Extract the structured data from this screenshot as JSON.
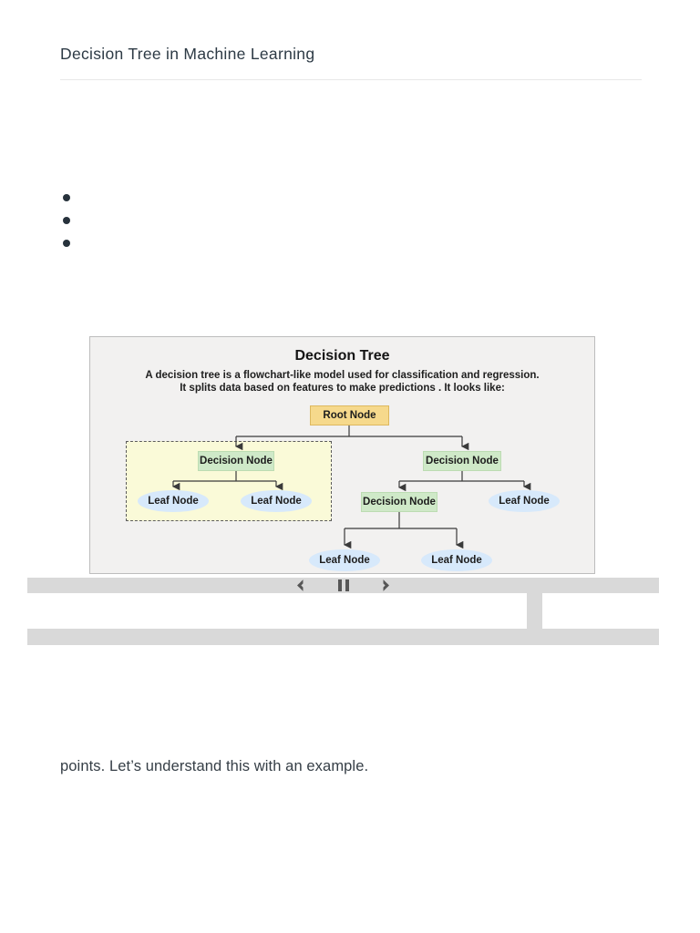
{
  "page": {
    "title": "Decision Tree in Machine Learning",
    "closing_text": "points. Let’s understand this with an example."
  },
  "figure": {
    "title": "Decision Tree",
    "description_line1": "A decision tree is a flowchart-like model used for classification and regression.",
    "description_line2": "It splits data based on features to make predictions . It looks like:",
    "nodes": {
      "root": "Root Node",
      "decision_left": "Decision Node",
      "decision_right": "Decision Node",
      "decision_mid": "Decision Node",
      "leaf_left_1": "Leaf Node",
      "leaf_left_2": "Leaf Node",
      "leaf_right": "Leaf Node",
      "leaf_bottom_1": "Leaf Node",
      "leaf_bottom_2": "Leaf Node"
    },
    "colors": {
      "root_fill": "#f6d98c",
      "root_border": "#ddb85f",
      "decision_fill": "#cfe9c8",
      "leaf_fill": "#d7e9fb",
      "highlight_fill": "#fafad8",
      "highlight_border": "#5c5c5c",
      "connector": "#3a3a3a",
      "card_background": "#f2f1f0",
      "card_border": "#bdbdbd"
    }
  },
  "carousel": {
    "controls": [
      "chevron-left",
      "pause",
      "chevron-right"
    ],
    "bar_color": "#d9d9d9",
    "icon_color": "#565656"
  },
  "list": {
    "bullet_color": "#27323c"
  }
}
